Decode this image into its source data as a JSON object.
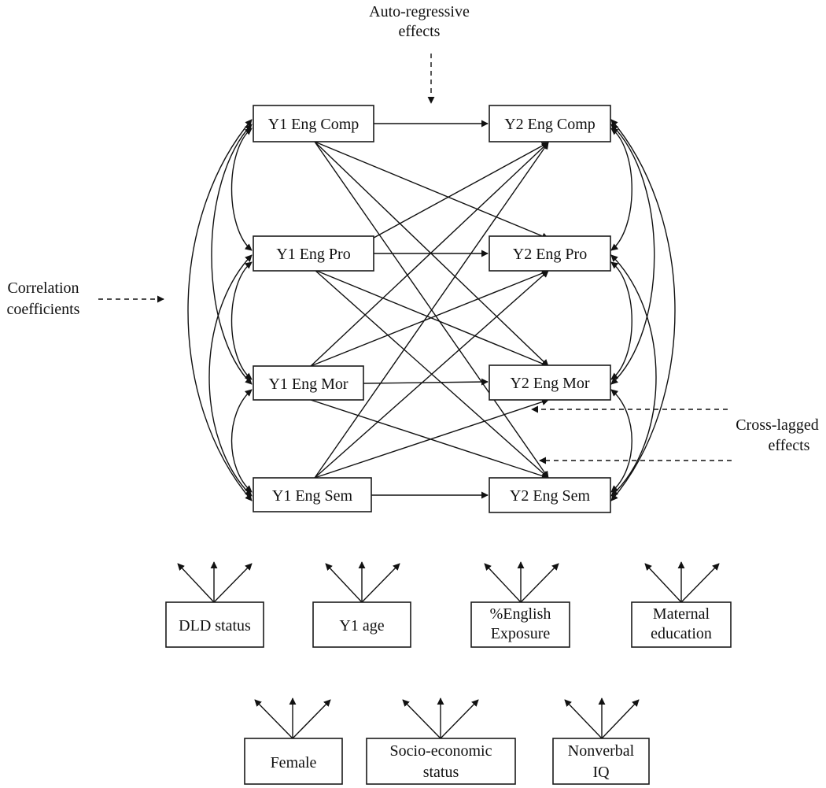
{
  "annotations": {
    "auto_regressive": [
      "Auto-regressive",
      "effects"
    ],
    "correlation": [
      "Correlation",
      "coefficients"
    ],
    "cross_lagged": [
      "Cross-lagged",
      "effects"
    ]
  },
  "year1_nodes": [
    "Y1 Eng Comp",
    "Y1 Eng Pro",
    "Y1 Eng Mor",
    "Y1 Eng Sem"
  ],
  "year2_nodes": [
    "Y2 Eng Comp",
    "Y2 Eng Pro",
    "Y2 Eng Mor",
    "Y2 Eng Sem"
  ],
  "covariates_row1": [
    [
      "DLD status"
    ],
    [
      "Y1 age"
    ],
    [
      "%English",
      "Exposure"
    ],
    [
      "Maternal",
      "education"
    ]
  ],
  "covariates_row2": [
    [
      "Female"
    ],
    [
      "Socio-economic",
      "status"
    ],
    [
      "Nonverbal",
      "IQ"
    ]
  ]
}
